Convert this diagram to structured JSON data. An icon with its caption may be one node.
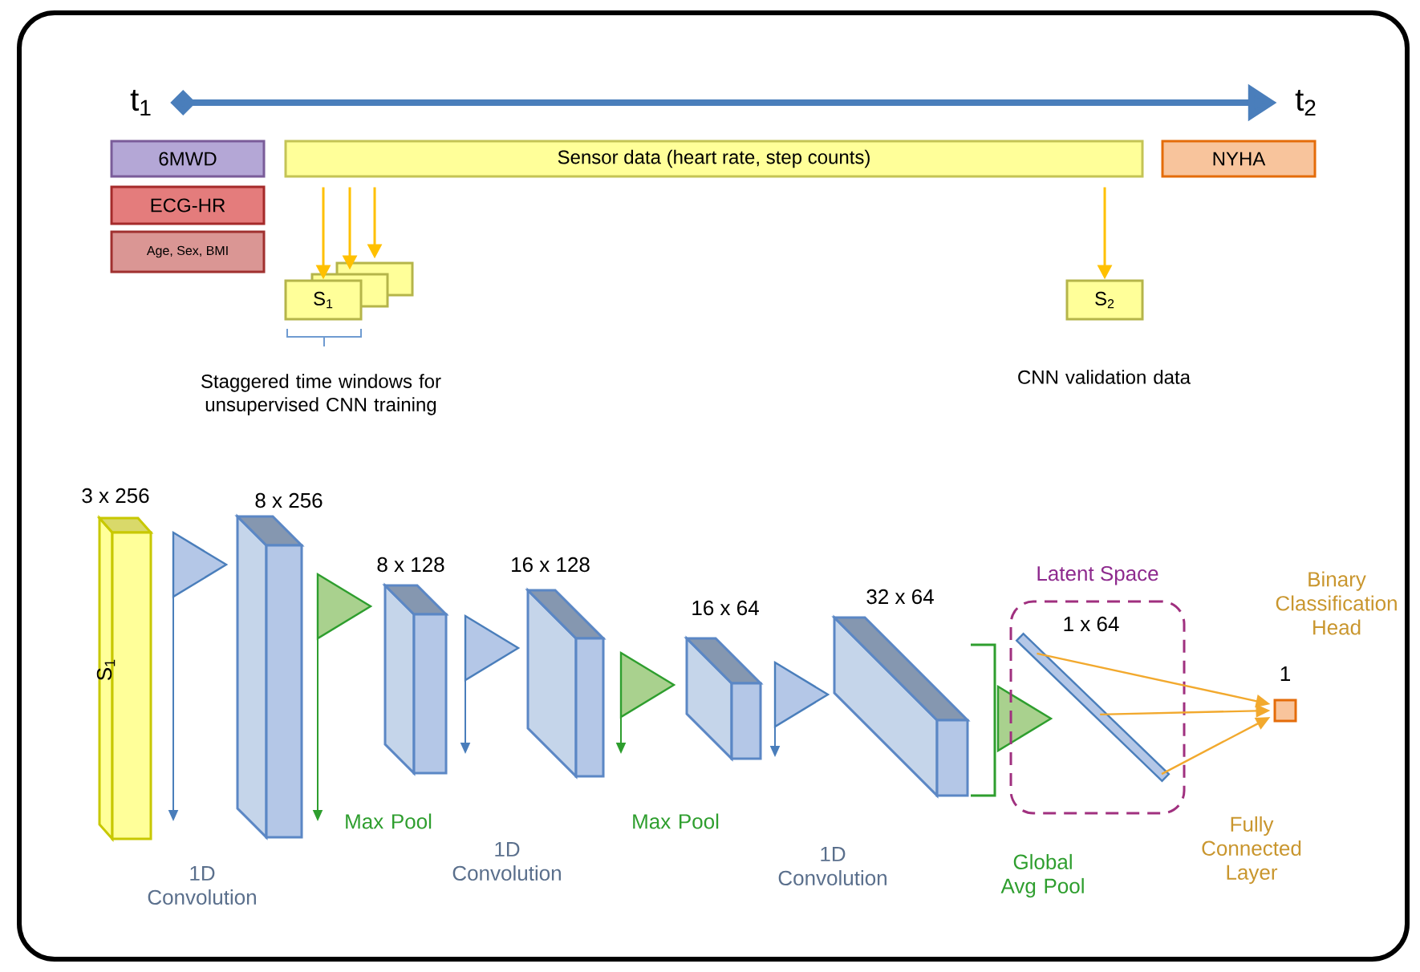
{
  "diagram": {
    "nodes": [
      {
        "text": [
          "t$_{1}$"
        ]
      },
      {
        "text": [
          "t$_{2}$"
        ]
      },
      {
        "text": [
          "6MWD"
        ]
      },
      {
        "text": [
          "ECG-HR"
        ]
      },
      {
        "text": [
          "Age, Sex, BMI"
        ]
      },
      {
        "text": [
          "Sensor data (heart rate, step counts)"
        ]
      },
      {
        "text": [
          "NYHA"
        ]
      },
      {
        "text": [
          "S$_{1}$"
        ],
        "beside": [
          "Staggered time windows for unsupervised CNN training"
        ]
      },
      {
        "text": [
          "S$_{2}$"
        ],
        "beside": [
          "CNN validation data"
        ]
      },
      {
        "text": [
          "S$_{1}$"
        ],
        "beside": [
          "3 x 256"
        ]
      },
      {
        "text": [],
        "shape": "box",
        "beside": [
          "8 x 256"
        ]
      },
      {
        "text": [],
        "shape": "box",
        "beside": [
          "8 x 128"
        ]
      },
      {
        "text": [],
        "shape": "box",
        "beside": [
          "16 x 128"
        ]
      },
      {
        "text": [],
        "shape": "box",
        "beside": [
          "16 x 64"
        ]
      },
      {
        "text": [],
        "shape": "box",
        "beside": [
          "32 x 64"
        ]
      },
      {
        "text": [
          "Latent Space"
        ]
      },
      {
        "text": [],
        "shape": "bar",
        "in": 15,
        "beside": [
          "1 x 64"
        ]
      },
      {
        "text": [],
        "shape": "box",
        "beside": [
          "Binary Classification Head",
          "1"
        ]
      }
    ],
    "edges": [
      {
        "from": 0,
        "to": 1,
        "arrow": "to",
        "style": "thick",
        "color": "#4a7ebb"
      },
      {
        "from": 5,
        "to": 7,
        "arrow": "to"
      },
      {
        "from": 5,
        "to": 7,
        "arrow": "to"
      },
      {
        "from": 5,
        "to": 7,
        "arrow": "to"
      },
      {
        "from": 5,
        "to": 8,
        "arrow": "to"
      },
      {
        "from": 16,
        "to": 17,
        "arrow": "to",
        "color": "#f2a92e"
      },
      {
        "from": 16,
        "to": 17,
        "arrow": "to",
        "color": "#f2a92e"
      },
      {
        "from": 16,
        "to": 17,
        "arrow": "to",
        "color": "#f2a92e"
      }
    ],
    "labels": [
      "1D Convolution",
      "Max Pool",
      "1D Convolution",
      "Max Pool",
      "1D Convolution",
      "Global Avg Pool",
      "Fully Connected Layer"
    ]
  }
}
